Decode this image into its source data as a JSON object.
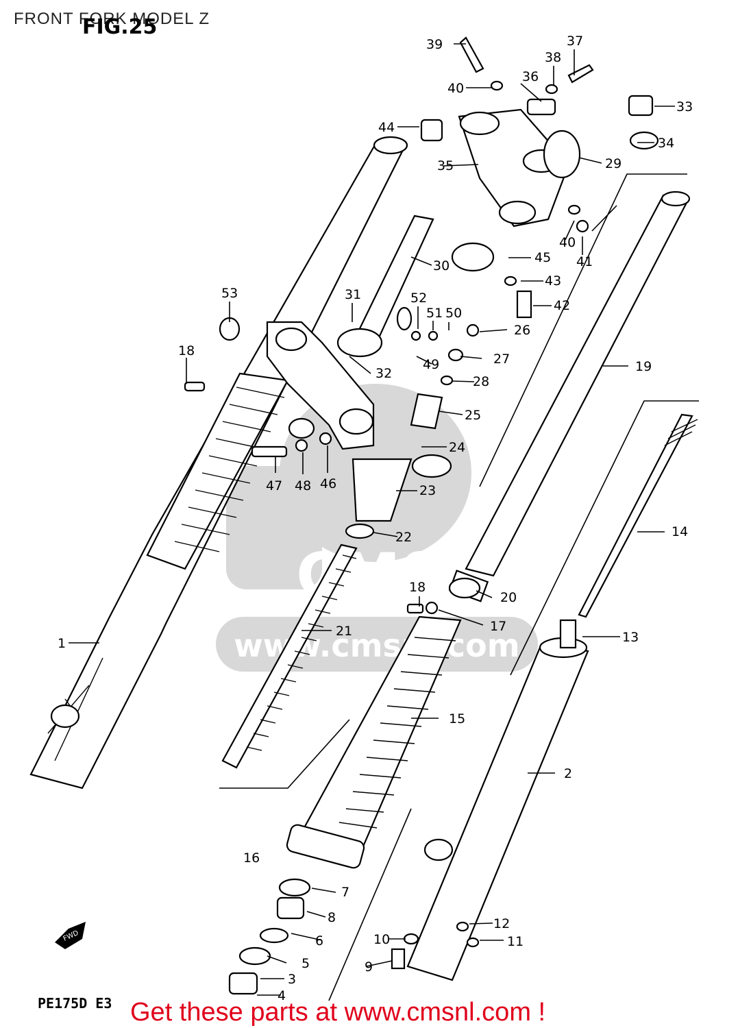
{
  "header": {
    "title": "FRONT FORK MODEL Z"
  },
  "figure": {
    "number": "FIG.25",
    "code": "PE175D  E3",
    "direction_label": "FWD"
  },
  "watermark": {
    "text": "www.cmsnl.com",
    "logo": "CMS"
  },
  "footer": {
    "cta": "Get these parts at www.cmsnl.com !"
  },
  "callouts": [
    "1",
    "2",
    "3",
    "4",
    "5",
    "6",
    "7",
    "8",
    "9",
    "10",
    "11",
    "12",
    "13",
    "14",
    "15",
    "16",
    "17",
    "18",
    "18",
    "19",
    "20",
    "21",
    "22",
    "23",
    "24",
    "25",
    "26",
    "27",
    "28",
    "29",
    "30",
    "31",
    "32",
    "33",
    "34",
    "35",
    "36",
    "37",
    "38",
    "39",
    "40",
    "40",
    "41",
    "42",
    "43",
    "44",
    "45",
    "46",
    "47",
    "48",
    "49",
    "50",
    "51",
    "52",
    "53"
  ]
}
